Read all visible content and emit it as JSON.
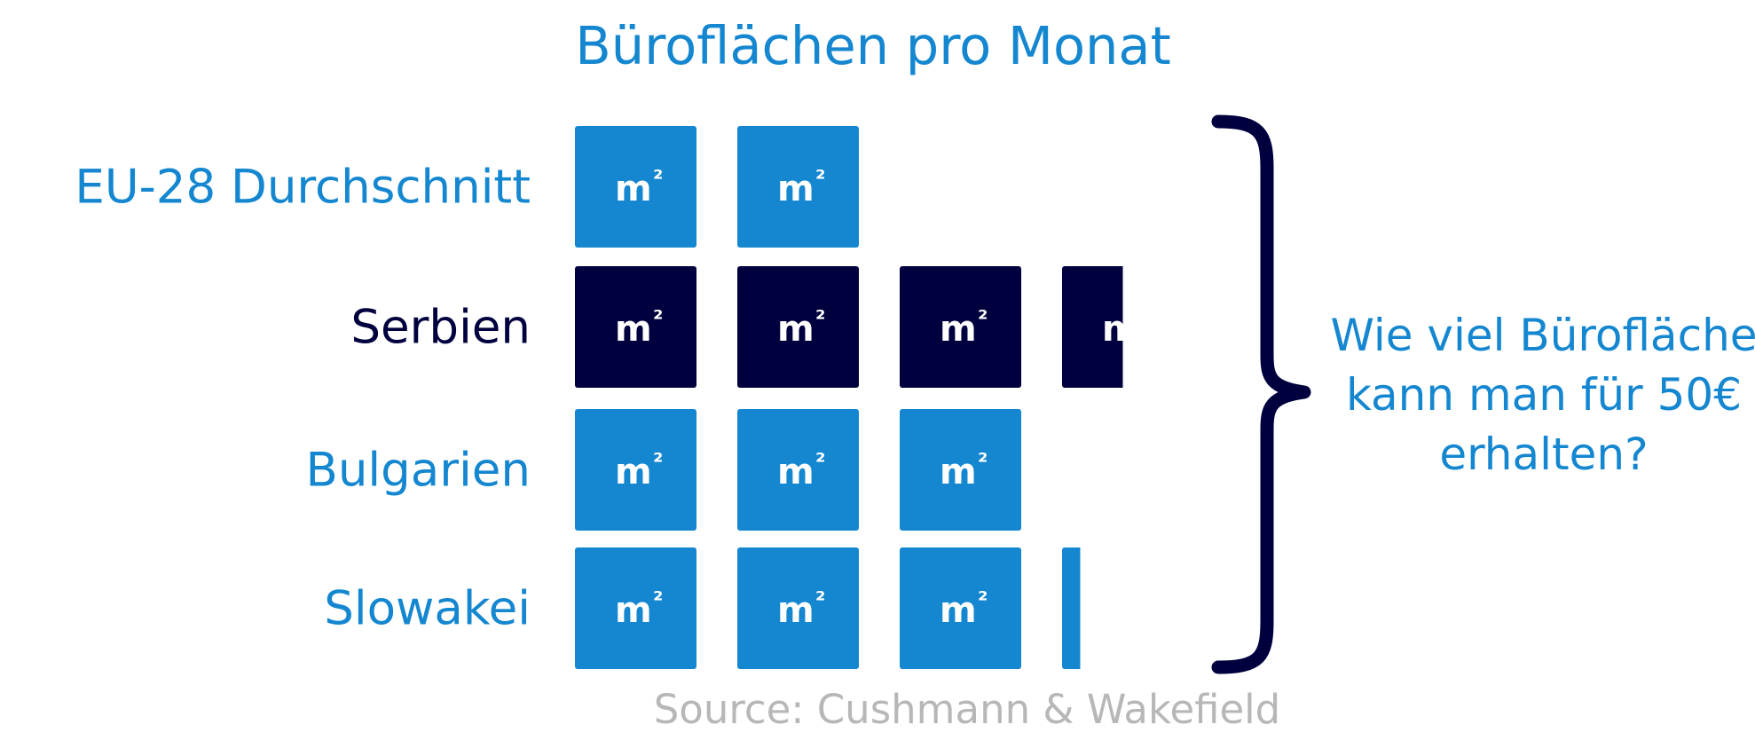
{
  "chart_data": {
    "type": "bar",
    "title": "Büroflächen pro Monat",
    "unit_label": "m²",
    "categories": [
      "EU-28 Durchschnitt",
      "Serbien",
      "Bulgarien",
      "Slowakei"
    ],
    "values": [
      2,
      3.5,
      3,
      3.15
    ],
    "highlight_category": "Serbien",
    "colors": {
      "default": "#1487d0",
      "highlight": "#00003f"
    }
  },
  "annotation": {
    "line1": "Wie viel Bürofläche",
    "line2": "kann man für 50€",
    "line3": "erhalten?"
  },
  "source": "Source: Cushmann & Wakefield"
}
